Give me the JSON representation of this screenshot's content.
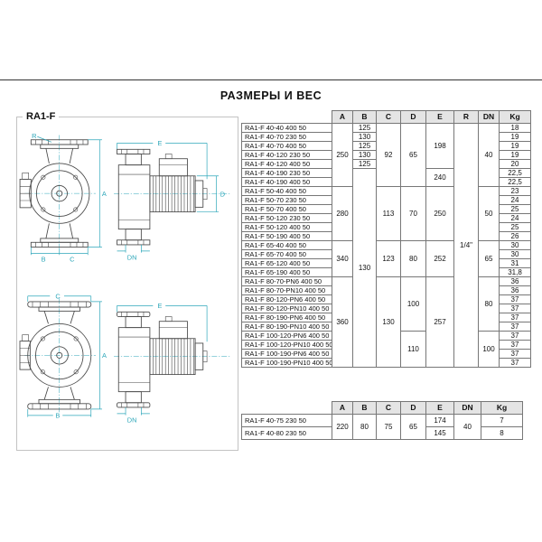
{
  "page": {
    "title": "РАЗМЕРЫ И ВЕС",
    "model_label": "RA1-F"
  },
  "colors": {
    "dimension": "#2ea7ba",
    "drawing_line": "#4a4a4a",
    "table_header_bg": "#e4e4e4",
    "table_border": "#777777"
  },
  "drawings": {
    "labels": {
      "r": "R",
      "a": "A",
      "b": "B",
      "c": "C",
      "d": "D",
      "e": "E",
      "dn": "DN"
    }
  },
  "main_table": {
    "headers": [
      "A",
      "B",
      "C",
      "D",
      "E",
      "R",
      "DN",
      "Kg"
    ],
    "models": [
      "RA1-F 40-40 400 50",
      "RA1-F 40-70 230 50",
      "RA1-F 40-70 400 50",
      "RA1-F 40-120 230 50",
      "RA1-F 40-120 400 50",
      "RA1-F 40-190 230 50",
      "RA1-F 40-190 400 50",
      "RA1-F 50-40 400 50",
      "RA1-F 50-70 230 50",
      "RA1-F 50-70 400 50",
      "RA1-F 50-120 230 50",
      "RA1-F 50-120 400 50",
      "RA1-F 50-190 400 50",
      "RA1-F 65-40 400 50",
      "RA1-F 65-70 400 50",
      "RA1-F 65-120 400 50",
      "RA1-F 65-190 400 50",
      "RA1-F 80-70-PN6 400 50",
      "RA1-F 80-70-PN10 400 50",
      "RA1-F 80-120-PN6 400 50",
      "RA1-F 80-120-PN10 400 50",
      "RA1-F 80-190-PN6 400 50",
      "RA1-F 80-190-PN10 400 50",
      "RA1-F 100-120-PN6 400 50",
      "RA1-F 100-120-PN10 400 50",
      "RA1-F 100-190-PN6 400 50",
      "RA1-F 100-190-PN10 400 50"
    ],
    "spans": {
      "A": [
        {
          "value": "250",
          "from": 1,
          "to": 7
        },
        {
          "value": "280",
          "from": 8,
          "to": 13
        },
        {
          "value": "340",
          "from": 14,
          "to": 17
        },
        {
          "value": "360",
          "from": 18,
          "to": 27
        }
      ],
      "B": [
        {
          "value": "125",
          "from": 1,
          "to": 1
        },
        {
          "value": "130",
          "from": 2,
          "to": 2
        },
        {
          "value": "125",
          "from": 3,
          "to": 3
        },
        {
          "value": "130",
          "from": 4,
          "to": 4
        },
        {
          "value": "125",
          "from": 5,
          "to": 5
        },
        {
          "value": "130",
          "from": 6,
          "to": 27
        }
      ],
      "C": [
        {
          "value": "92",
          "from": 1,
          "to": 7
        },
        {
          "value": "113",
          "from": 8,
          "to": 13
        },
        {
          "value": "123",
          "from": 14,
          "to": 17
        },
        {
          "value": "130",
          "from": 18,
          "to": 27
        }
      ],
      "D": [
        {
          "value": "65",
          "from": 1,
          "to": 7
        },
        {
          "value": "70",
          "from": 8,
          "to": 13
        },
        {
          "value": "80",
          "from": 14,
          "to": 17
        },
        {
          "value": "100",
          "from": 18,
          "to": 23
        },
        {
          "value": "110",
          "from": 24,
          "to": 27
        }
      ],
      "E": [
        {
          "value": "198",
          "from": 1,
          "to": 5
        },
        {
          "value": "240",
          "from": 6,
          "to": 7
        },
        {
          "value": "250",
          "from": 8,
          "to": 13
        },
        {
          "value": "252",
          "from": 14,
          "to": 17
        },
        {
          "value": "257",
          "from": 18,
          "to": 27
        }
      ],
      "R": [
        {
          "value": "1/4\"",
          "from": 1,
          "to": 27
        }
      ],
      "DN": [
        {
          "value": "40",
          "from": 1,
          "to": 7
        },
        {
          "value": "50",
          "from": 8,
          "to": 13
        },
        {
          "value": "65",
          "from": 14,
          "to": 17
        },
        {
          "value": "80",
          "from": 18,
          "to": 23
        },
        {
          "value": "100",
          "from": 24,
          "to": 27
        }
      ],
      "Kg": [
        {
          "value": "18",
          "from": 1,
          "to": 1
        },
        {
          "value": "19",
          "from": 2,
          "to": 2
        },
        {
          "value": "19",
          "from": 3,
          "to": 3
        },
        {
          "value": "19",
          "from": 4,
          "to": 4
        },
        {
          "value": "20",
          "from": 5,
          "to": 5
        },
        {
          "value": "22,5",
          "from": 6,
          "to": 6
        },
        {
          "value": "22,5",
          "from": 7,
          "to": 7
        },
        {
          "value": "23",
          "from": 8,
          "to": 8
        },
        {
          "value": "24",
          "from": 9,
          "to": 9
        },
        {
          "value": "25",
          "from": 10,
          "to": 10
        },
        {
          "value": "24",
          "from": 11,
          "to": 11
        },
        {
          "value": "25",
          "from": 12,
          "to": 12
        },
        {
          "value": "26",
          "from": 13,
          "to": 13
        },
        {
          "value": "30",
          "from": 14,
          "to": 14
        },
        {
          "value": "30",
          "from": 15,
          "to": 15
        },
        {
          "value": "31",
          "from": 16,
          "to": 16
        },
        {
          "value": "31,8",
          "from": 17,
          "to": 17
        },
        {
          "value": "36",
          "from": 18,
          "to": 18
        },
        {
          "value": "36",
          "from": 19,
          "to": 19
        },
        {
          "value": "37",
          "from": 20,
          "to": 20
        },
        {
          "value": "37",
          "from": 21,
          "to": 21
        },
        {
          "value": "37",
          "from": 22,
          "to": 22
        },
        {
          "value": "37",
          "from": 23,
          "to": 23
        },
        {
          "value": "37",
          "from": 24,
          "to": 24
        },
        {
          "value": "37",
          "from": 25,
          "to": 25
        },
        {
          "value": "37",
          "from": 26,
          "to": 26
        },
        {
          "value": "37",
          "from": 27,
          "to": 27
        }
      ]
    }
  },
  "bottom_table": {
    "headers": [
      "A",
      "B",
      "C",
      "D",
      "E",
      "DN",
      "Kg"
    ],
    "models": [
      "RA1-F 40-75 230 50",
      "RA1-F 40-80 230 50"
    ],
    "spans": {
      "A": [
        {
          "value": "220",
          "from": 1,
          "to": 2
        }
      ],
      "B": [
        {
          "value": "80",
          "from": 1,
          "to": 2
        }
      ],
      "C": [
        {
          "value": "75",
          "from": 1,
          "to": 2
        }
      ],
      "D": [
        {
          "value": "65",
          "from": 1,
          "to": 2
        }
      ],
      "E": [
        {
          "value": "174",
          "from": 1,
          "to": 1
        },
        {
          "value": "145",
          "from": 2,
          "to": 2
        }
      ],
      "DN": [
        {
          "value": "40",
          "from": 1,
          "to": 2
        }
      ],
      "Kg": [
        {
          "value": "7",
          "from": 1,
          "to": 1
        },
        {
          "value": "8",
          "from": 2,
          "to": 2
        }
      ]
    }
  }
}
